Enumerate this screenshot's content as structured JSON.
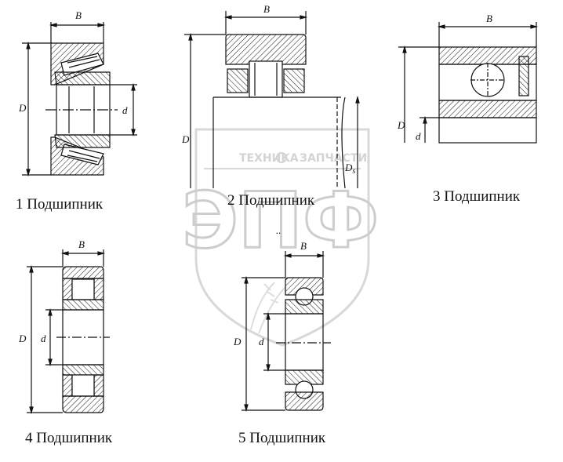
{
  "watermark": {
    "logo": "ЭПФ",
    "tagline_left": "ТЕХНИКА",
    "tagline_right": "ЗАПЧАСТИ"
  },
  "bearings": [
    {
      "caption": "1 Подшипник",
      "labels": {
        "B": "B",
        "D": "D",
        "d": "d"
      }
    },
    {
      "caption": "2 Подшипник",
      "labels": {
        "B": "B",
        "D": "D",
        "Ds": "D",
        "Ds_sub": "s"
      }
    },
    {
      "caption": "3 Подшипник",
      "labels": {
        "B": "B",
        "D": "D",
        "d": "d"
      }
    },
    {
      "caption": "4 Подшипник",
      "labels": {
        "B": "B",
        "D": "D",
        "d": "d"
      }
    },
    {
      "caption": "5 Подшипник",
      "labels": {
        "B": "B",
        "D": "D",
        "d": "d"
      }
    }
  ],
  "colors": {
    "line": "#111111",
    "watermark": "#d0d0d0"
  }
}
